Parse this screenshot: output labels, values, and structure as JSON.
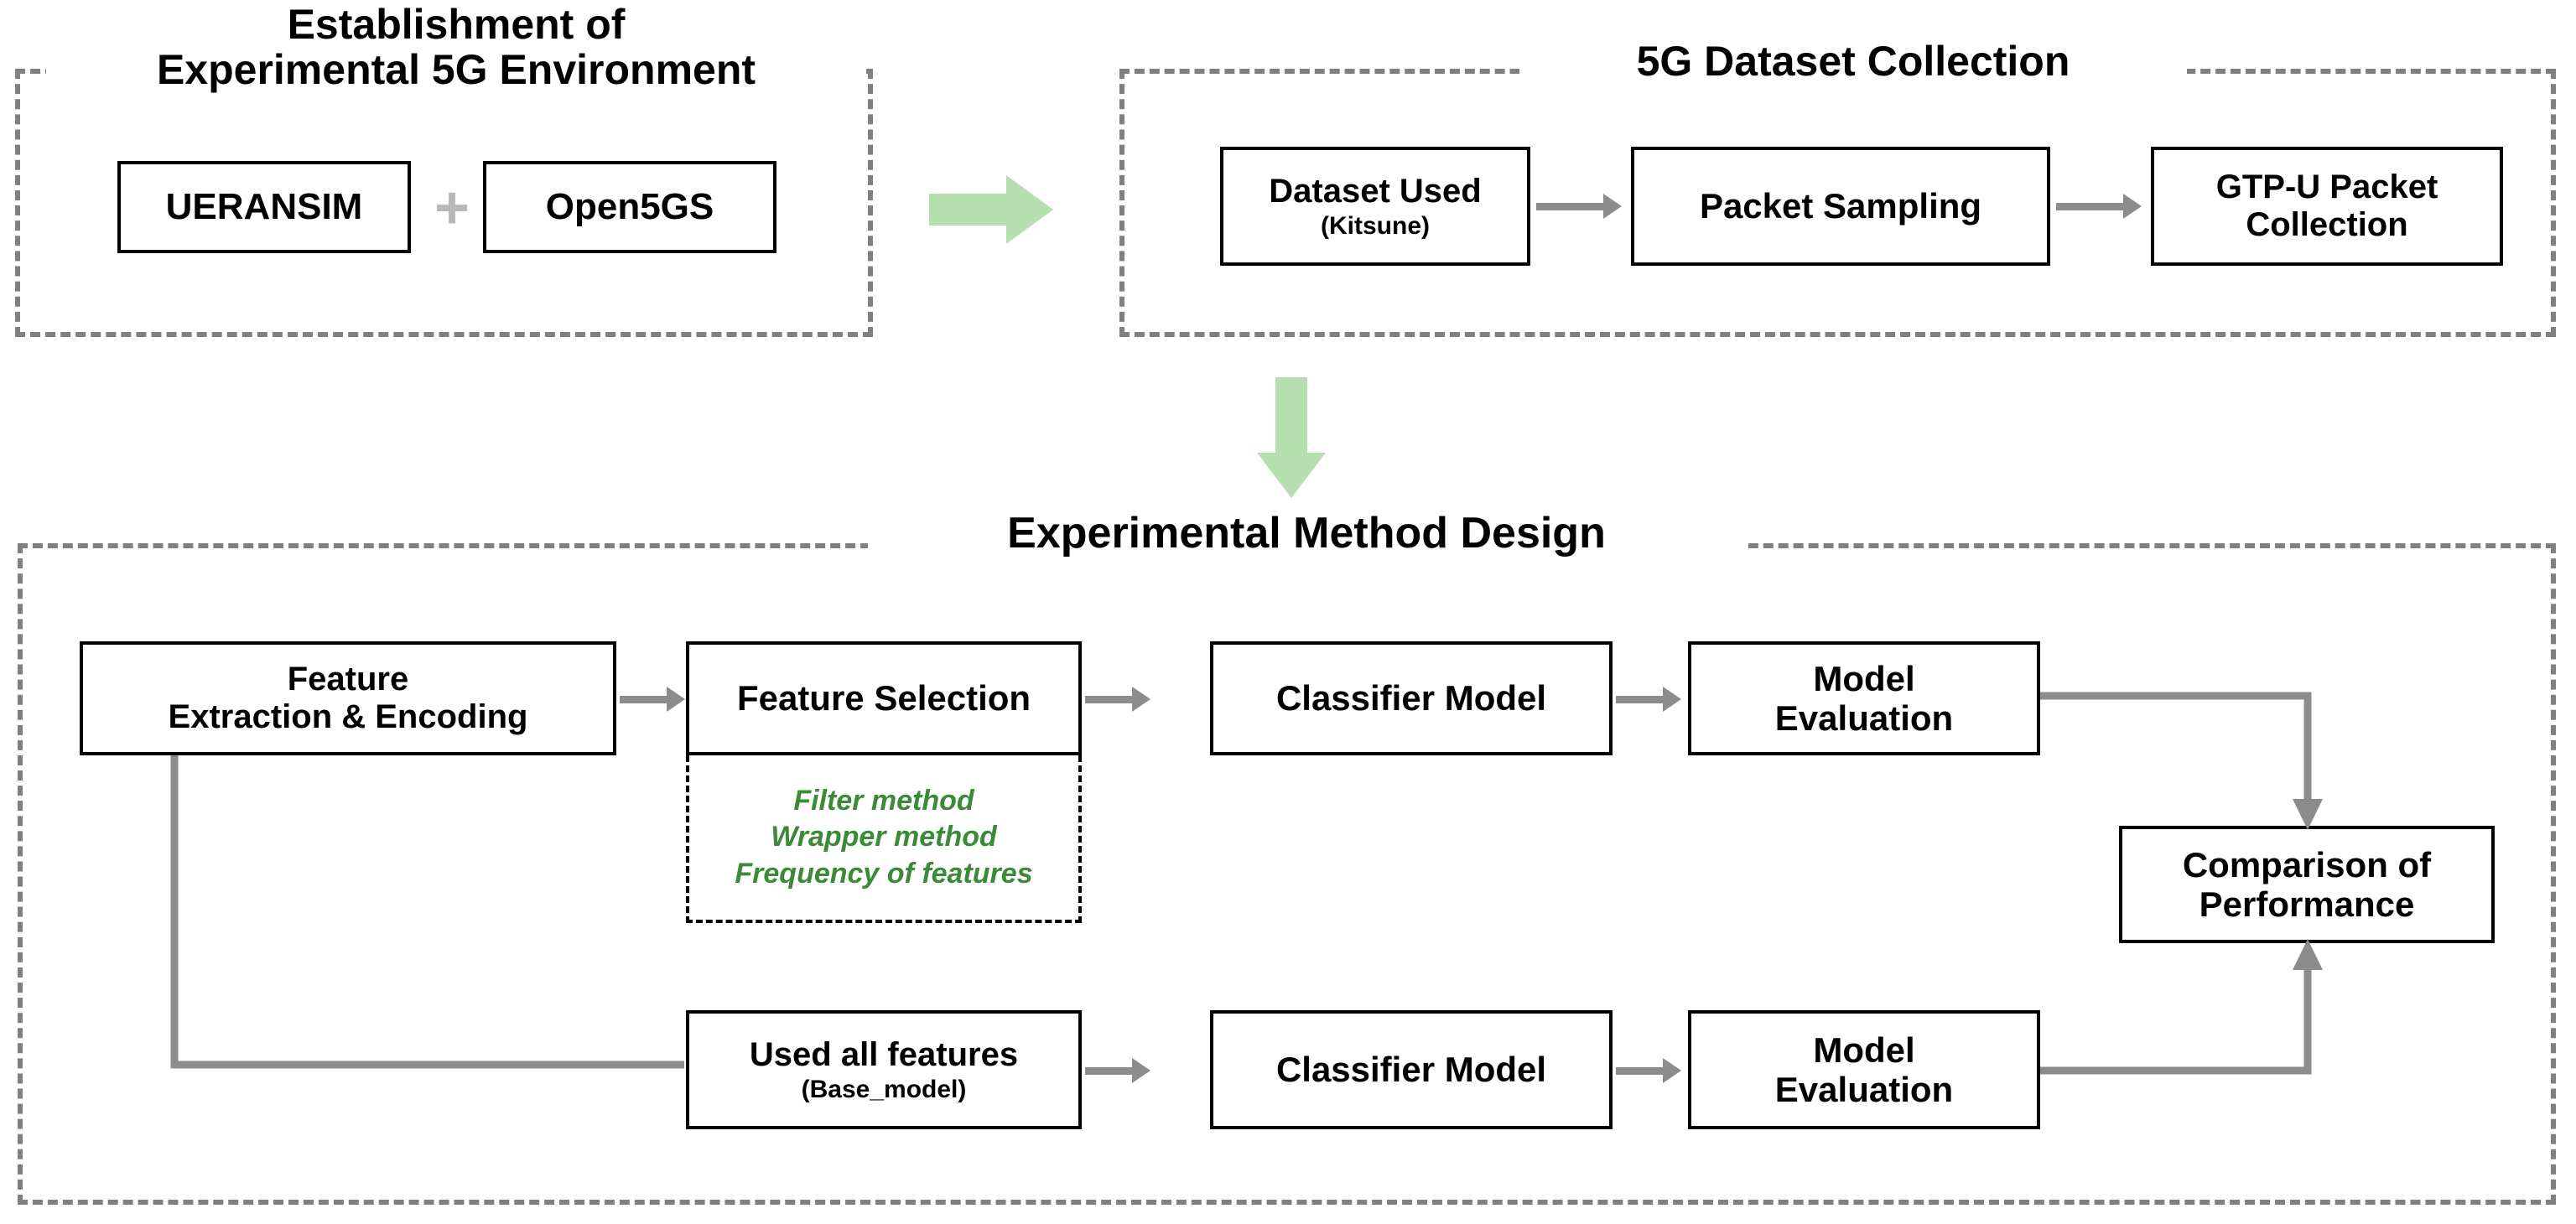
{
  "figure": {
    "title": "Experimental 5G environment, dataset collection and method design flow"
  },
  "colors": {
    "group_border": "#808080",
    "box_border": "#000000",
    "green_arrow": "#b5dfae",
    "green_text": "#3a8a38",
    "connector_grey": "#8c8c8c",
    "plus_grey": "#b8b8b8"
  },
  "groups": [
    {
      "id": "env",
      "title": "Establishment of\nExperimental 5G Environment",
      "boxes": [
        {
          "label": "UERANSIM"
        },
        {
          "label": "Open5GS"
        }
      ],
      "joiner": "+"
    },
    {
      "id": "collection",
      "title": "5G Dataset Collection",
      "boxes": [
        {
          "label": "Dataset Used",
          "sub": "(Kitsune)"
        },
        {
          "label": "Packet Sampling",
          "sub": ""
        },
        {
          "label": "GTP-U Packet\nCollection",
          "sub": ""
        }
      ]
    },
    {
      "id": "method",
      "title": "Experimental Method Design",
      "boxes": [
        {
          "label": "Feature\nExtraction & Encoding",
          "sub": ""
        },
        {
          "label": "Feature Selection",
          "sub": ""
        },
        {
          "label": "Classifier Model",
          "sub": ""
        },
        {
          "label": "Model\nEvaluation",
          "sub": ""
        },
        {
          "label": "Used all features",
          "sub": "(Base_model)"
        },
        {
          "label": "Classifier Model",
          "sub": ""
        },
        {
          "label": "Model\nEvaluation",
          "sub": ""
        },
        {
          "label": "Comparison of\nPerformance",
          "sub": ""
        }
      ],
      "note_box": {
        "lines": [
          "Filter method",
          "Wrapper method",
          "Frequency of features"
        ]
      }
    }
  ],
  "flow": {
    "env_to_collection": "green-right-arrow",
    "collection_to_method": "green-down-arrow"
  }
}
